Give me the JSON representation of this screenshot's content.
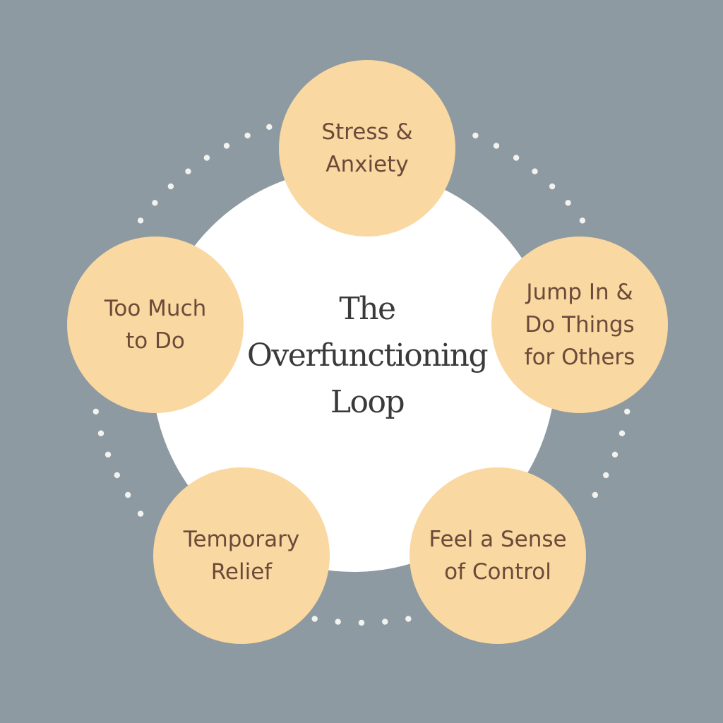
{
  "diagram": {
    "title_lines": [
      "The",
      "Overfunctioning",
      "Loop"
    ],
    "steps": [
      {
        "lines": [
          "Stress &",
          "Anxiety"
        ]
      },
      {
        "lines": [
          "Jump In &",
          "Do Things",
          "for Others"
        ]
      },
      {
        "lines": [
          "Feel a Sense",
          "of Control"
        ]
      },
      {
        "lines": [
          "Temporary",
          "Relief"
        ]
      },
      {
        "lines": [
          "Too Much",
          "to Do"
        ]
      }
    ],
    "colors": {
      "background": "#8e9aa1",
      "center_circle": "#ffffff",
      "step_circle": "#f9d8a1",
      "step_text": "#6b4a3a",
      "title_text": "#3a3a3a",
      "dots": "#f2f2ee"
    }
  }
}
